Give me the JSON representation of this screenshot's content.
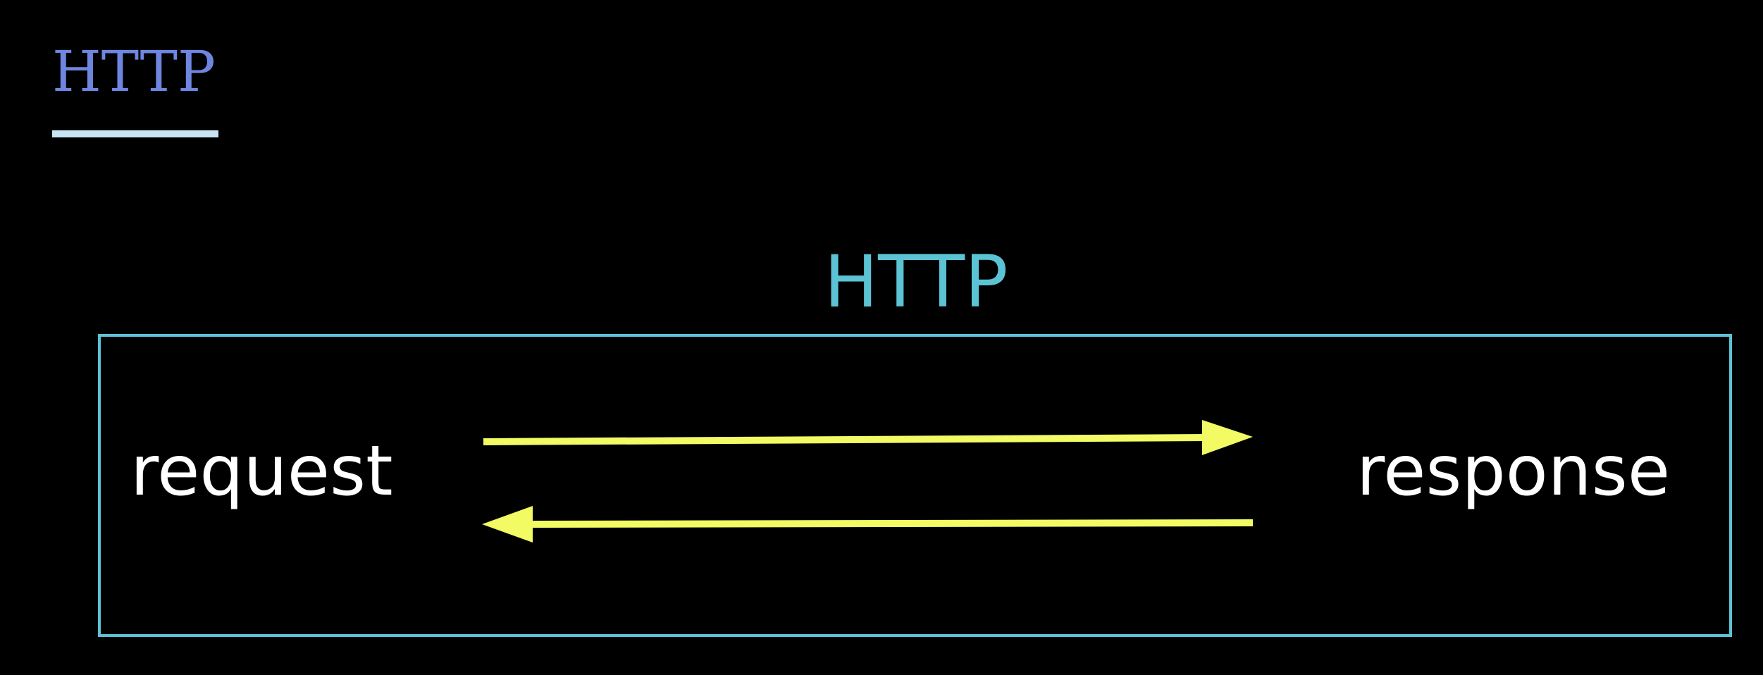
{
  "slide": {
    "title": "HTTP"
  },
  "diagram": {
    "label": "HTTP",
    "left_node": "request",
    "right_node": "response"
  },
  "colors": {
    "background": "#000000",
    "title": "#6f86e0",
    "underline": "#c8e4f2",
    "box_and_label": "#5cc3d4",
    "arrows": "#f2fb63",
    "node_text": "#ffffff"
  }
}
